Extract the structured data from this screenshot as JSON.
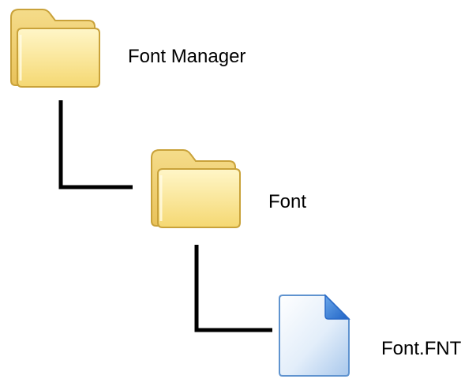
{
  "tree": {
    "root": {
      "label": "Font Manager",
      "icon": "folder-icon"
    },
    "child": {
      "label": "Font",
      "icon": "folder-icon"
    },
    "leaf": {
      "label": "Font.FNT",
      "icon": "file-icon"
    }
  },
  "colors": {
    "connector": "#000000",
    "folder_fill": "#f7df82",
    "folder_outline": "#c9a23a",
    "file_fill": "#cfe3f7",
    "file_fold": "#2f78d8"
  }
}
